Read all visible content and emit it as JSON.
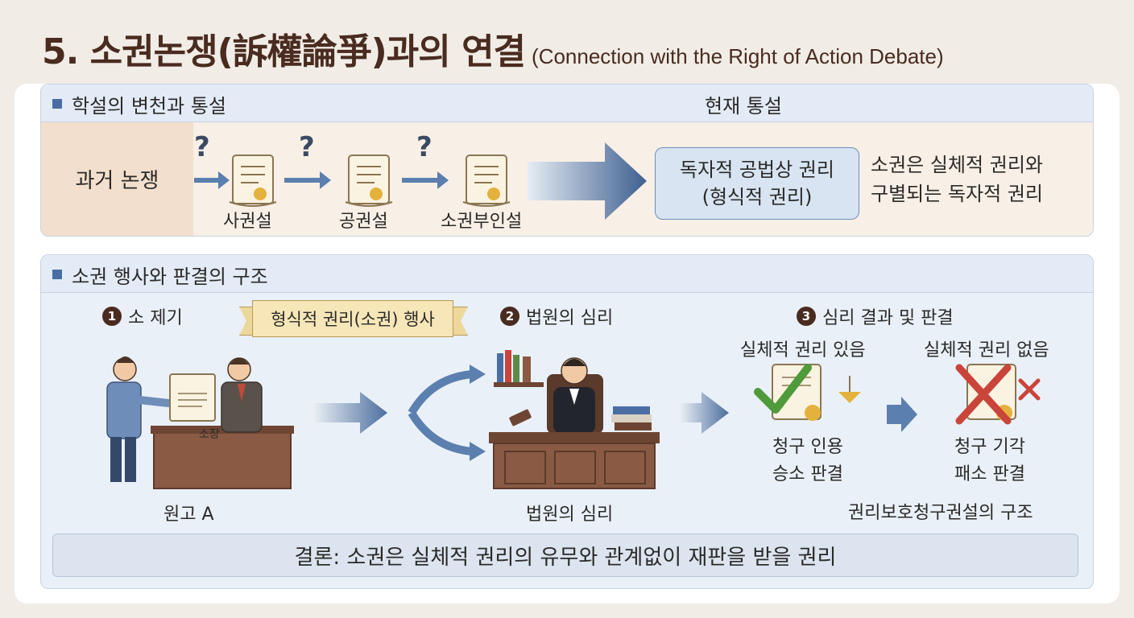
{
  "header": {
    "title": "5. 소권논쟁(訴權論爭)과의 연결",
    "subtitle": "(Connection with the Right of Action Debate)"
  },
  "section1": {
    "heading": "학설의 변천과 통설",
    "right_heading": "현재 통설",
    "past_label": "과거 논쟁",
    "theories": [
      {
        "label": "사권설"
      },
      {
        "label": "공권설"
      },
      {
        "label": "소권부인설"
      }
    ],
    "question_mark": "?",
    "current_view_line1": "독자적 공법상 권리",
    "current_view_line2": "(형식적 권리)",
    "description_line1": "소권은 실체적 권리와",
    "description_line2": "구별되는 독자적 권리"
  },
  "section2": {
    "heading": "소권 행사와 판결의 구조",
    "steps": [
      {
        "num": "1",
        "label": "소 제기"
      },
      {
        "num": "2",
        "label": "법원의 심리"
      },
      {
        "num": "3",
        "label": "심리 결과 및 판결"
      }
    ],
    "ribbon": "형식적 권리(소권) 행사",
    "document_label": "소장",
    "plaintiff_label": "원고 A",
    "court_label": "법원의 심리",
    "outcome_yes_title": "실체적 권리 있음",
    "outcome_no_title": "실체적 권리 없음",
    "outcome_yes_line1": "청구 인용",
    "outcome_yes_line2": "승소 판결",
    "outcome_no_line1": "청구 기각",
    "outcome_no_line2": "패소 판결",
    "structure_label": "권리보호청구권설의 구조",
    "conclusion": "결론: 소권은 실체적 권리의 유무와 관계없이 재판을 받을 권리"
  },
  "colors": {
    "accent_blue": "#4a6ea3",
    "title_brown": "#4a2b20",
    "check_green": "#4f9a3a",
    "cross_red": "#c9453a"
  }
}
